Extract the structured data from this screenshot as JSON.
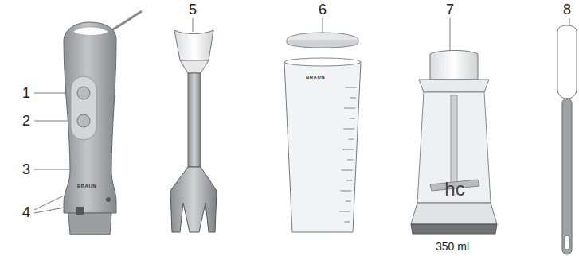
{
  "diagram": {
    "labels": [
      "1",
      "2",
      "3",
      "4",
      "5",
      "6",
      "7",
      "8",
      "350 ml",
      "hc",
      "BRAUN",
      "BRAUN"
    ]
  }
}
